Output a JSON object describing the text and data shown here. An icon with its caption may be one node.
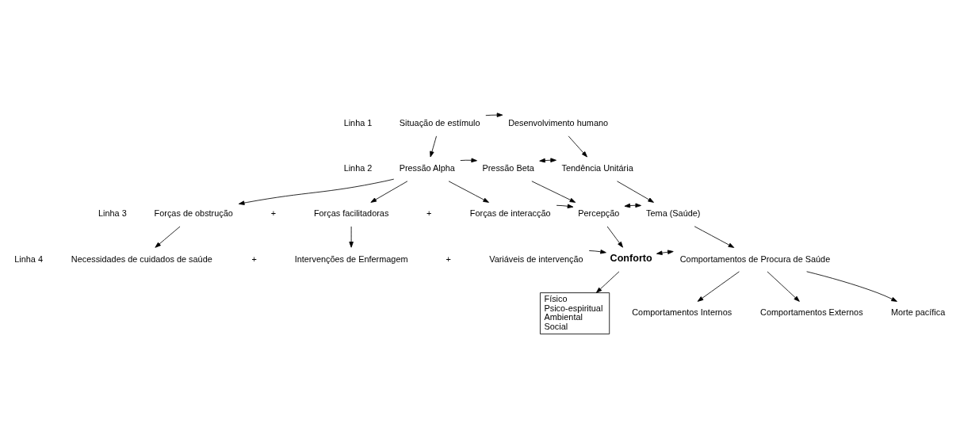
{
  "diagram": {
    "nodes": [
      {
        "text": [
          "Situação de estímulo"
        ]
      },
      {
        "text": [
          "Desenvolvimento humano"
        ]
      },
      {
        "text": [
          "Pressão Alpha"
        ]
      },
      {
        "text": [
          "Pressão Beta"
        ]
      },
      {
        "text": [
          "Tendência Unitária"
        ]
      },
      {
        "text": [
          "Forças de obstrução"
        ]
      },
      {
        "text": [
          "Forças facilitadoras"
        ]
      },
      {
        "text": [
          "Forças de interacção"
        ]
      },
      {
        "text": [
          "Percepção"
        ]
      },
      {
        "text": [
          "Tema (Saúde)"
        ]
      },
      {
        "text": [
          "Necessidades de cuidados de saúde"
        ]
      },
      {
        "text": [
          "Intervenções de Enfermagem"
        ]
      },
      {
        "text": [
          "Variáveis de intervenção"
        ]
      },
      {
        "text": [
          "Conforto"
        ]
      },
      {
        "text": [
          "Comportamentos de Procura de Saúde"
        ]
      },
      {
        "text": [
          "Físico",
          "Psico-espiritual",
          "Ambiental",
          "Social"
        ]
      },
      {
        "text": [
          "Comportamentos Internos"
        ]
      },
      {
        "text": [
          "Comportamentos Externos"
        ]
      },
      {
        "text": [
          "Morte pacífica"
        ]
      }
    ],
    "edges": [
      {
        "from": 0,
        "to": 1,
        "arrow": "to"
      },
      {
        "from": 0,
        "to": 2,
        "arrow": "to"
      },
      {
        "from": 1,
        "to": 4,
        "arrow": "to"
      },
      {
        "from": 2,
        "to": 3,
        "arrow": "to"
      },
      {
        "from": 3,
        "to": 4,
        "arrow": "both"
      },
      {
        "from": 2,
        "to": 5,
        "arrow": "to"
      },
      {
        "from": 2,
        "to": 6,
        "arrow": "to"
      },
      {
        "from": 2,
        "to": 7,
        "arrow": "to"
      },
      {
        "from": 3,
        "to": 8,
        "arrow": "to"
      },
      {
        "from": 4,
        "to": 9,
        "arrow": "to"
      },
      {
        "from": 7,
        "to": 8,
        "arrow": "to"
      },
      {
        "from": 8,
        "to": 9,
        "arrow": "both"
      },
      {
        "from": 5,
        "to": 10,
        "arrow": "to"
      },
      {
        "from": 6,
        "to": 11,
        "arrow": "to"
      },
      {
        "from": 8,
        "to": 13,
        "arrow": "to"
      },
      {
        "from": 9,
        "to": 14,
        "arrow": "to"
      },
      {
        "from": 12,
        "to": 13,
        "arrow": "to"
      },
      {
        "from": 13,
        "to": 14,
        "arrow": "both"
      },
      {
        "from": 13,
        "to": 15,
        "arrow": "to"
      },
      {
        "from": 14,
        "to": 16,
        "arrow": "to"
      },
      {
        "from": 14,
        "to": 18,
        "arrow": "to"
      },
      {
        "from": 14,
        "to": 17,
        "arrow": "to"
      }
    ],
    "labels": [
      "Linha 1",
      "Linha 2",
      "Linha 3",
      "+",
      "+",
      "Linha 4",
      "+",
      "+"
    ]
  }
}
